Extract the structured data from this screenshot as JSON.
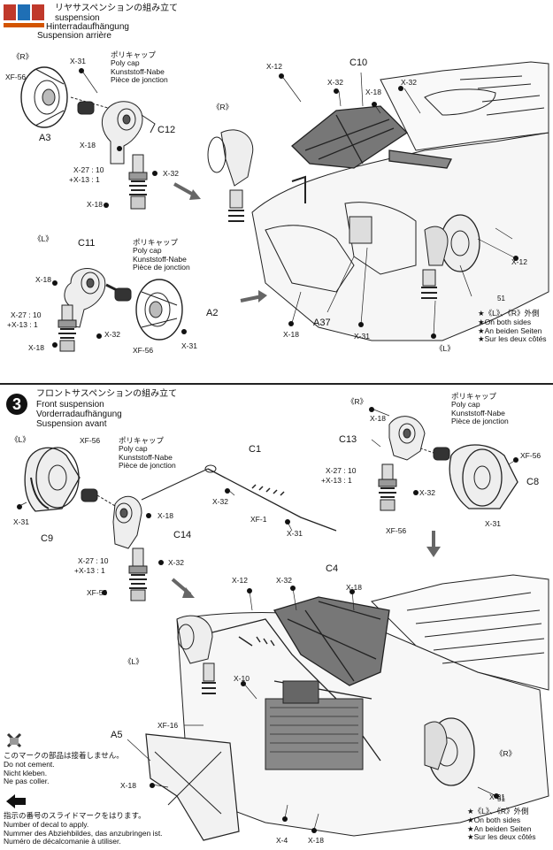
{
  "step2": {
    "title_jp": "リヤサスペンションの組み立て",
    "title_en": "suspension",
    "title_de": "Hinterradaufhängung",
    "title_fr": "Suspension arrière"
  },
  "step3": {
    "number": "3",
    "title_jp": "フロントサスペンションの組み立て",
    "title_en": "Front suspension",
    "title_de": "Vorderradaufhängung",
    "title_fr": "Suspension avant"
  },
  "side_r": "《R》",
  "side_l": "《L》",
  "polycap": {
    "jp": "ポリキャップ",
    "en": "Poly cap",
    "de": "Kunststoff-Nabe",
    "fr": "Pièce de jonction"
  },
  "parts": {
    "c10": "C10",
    "c12": "C12",
    "c11": "C11",
    "a3": "A3",
    "a2": "A2",
    "a37": "A37",
    "c1": "C1",
    "c13": "C13",
    "c8": "C8",
    "c9": "C9",
    "c14": "C14",
    "c4": "C4",
    "a5": "A5",
    "x31": "X-31",
    "x56": "XF-56",
    "x18": "X-18",
    "x32": "X-32",
    "x12": "X-12",
    "x27": "X-27 : 10",
    "x13": "+X-13 : 1",
    "x10": "X-10",
    "xf16": "XF-16",
    "xf1": "XF-1",
    "x4": "X-4",
    "ref51": "51"
  },
  "both_sides": {
    "jp": "★《L》、《R》外側",
    "en": "★On both sides",
    "de": "★An beiden Seiten",
    "fr": "★Sur les deux côtés"
  },
  "no_cement": {
    "jp": "このマークの部品は接着しません。",
    "en": "Do not cement.",
    "de": "Nicht kleben.",
    "fr": "Ne pas coller."
  },
  "decal": {
    "jp": "指示の番号のスライドマークをはります。",
    "en": "Number of decal to apply.",
    "de": "Nummer des Abziehbildes, das anzubringen ist.",
    "fr": "Numéro de décalcomanie à utiliser."
  }
}
